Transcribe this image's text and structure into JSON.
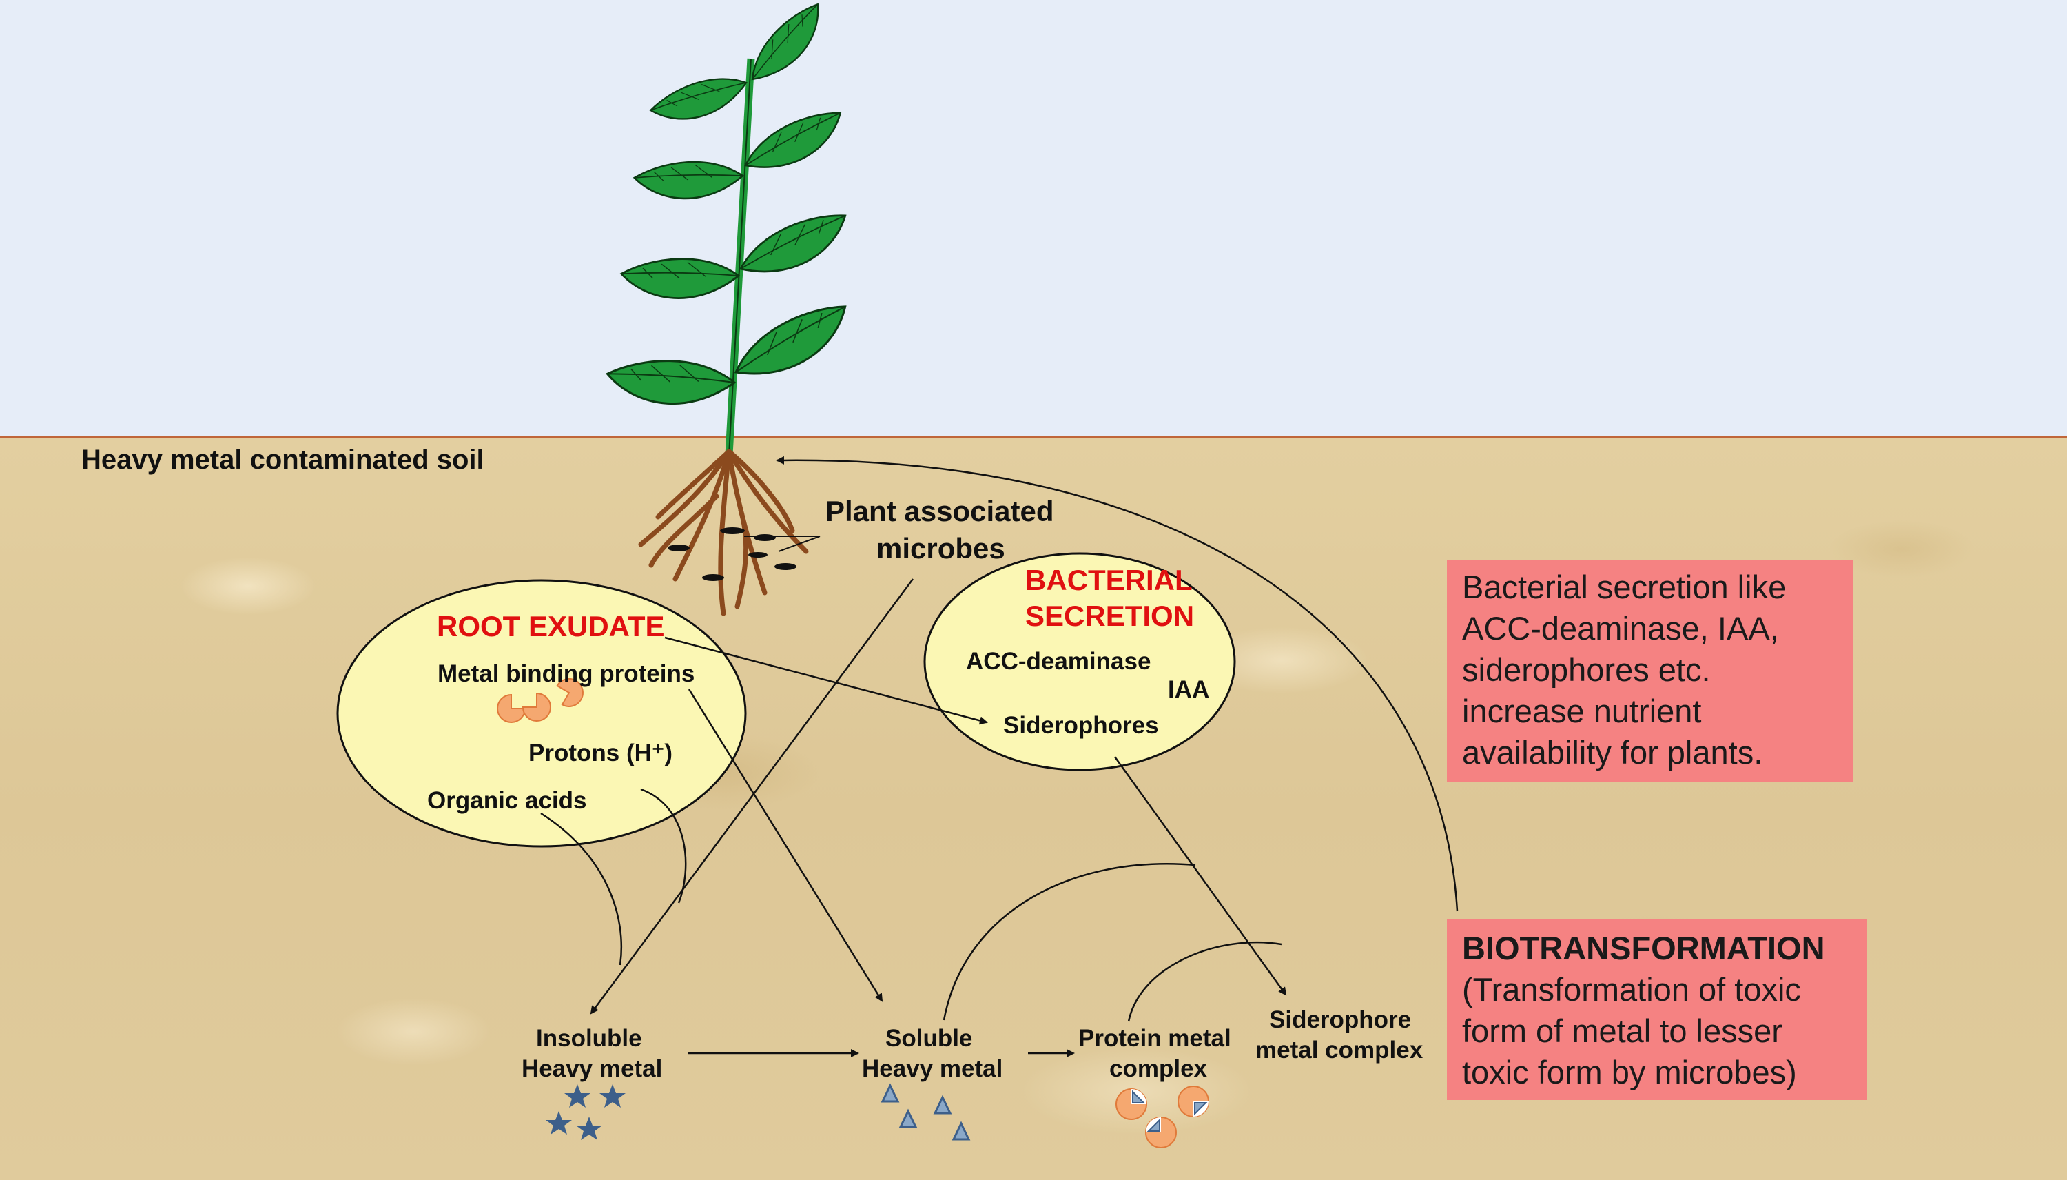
{
  "soil_label": "Heavy metal contaminated soil",
  "microbes_label": [
    "Plant associated",
    "microbes"
  ],
  "root_exudate": {
    "title": "ROOT EXUDATE",
    "items": [
      "Metal binding proteins",
      "Protons (H⁺)",
      "Organic acids"
    ]
  },
  "bacterial_secretion": {
    "title": [
      "BACTERIAL",
      "SECRETION"
    ],
    "items": [
      "ACC-deaminase",
      "IAA",
      "Siderophores"
    ]
  },
  "info_box": {
    "lines": [
      "Bacterial secretion like",
      "ACC-deaminase, IAA,",
      "siderophores etc.",
      "increase nutrient",
      "availability for plants."
    ]
  },
  "biotransformation_box": {
    "title": "BIOTRANSFORMATION",
    "lines": [
      "(Transformation of toxic",
      "form of metal to lesser",
      "toxic form by microbes)"
    ]
  },
  "metal_forms": {
    "insoluble": [
      "Insoluble",
      "Heavy metal"
    ],
    "soluble": [
      "Soluble",
      "Heavy metal"
    ],
    "protein_complex": [
      "Protein metal",
      "complex"
    ],
    "siderophore_complex": [
      "Siderophore",
      "metal complex"
    ]
  },
  "colors": {
    "sky": "#e6edf8",
    "soil": "#ddc797",
    "ellipse": "#fbf7b4",
    "highlight_box": "#f58282",
    "title_red": "#e01010",
    "leaf": "#1f9a3a",
    "root": "#8b4a1e",
    "star": "#3d5f8a",
    "triangle": "#8aa8c8",
    "pie": "#f5a870"
  }
}
